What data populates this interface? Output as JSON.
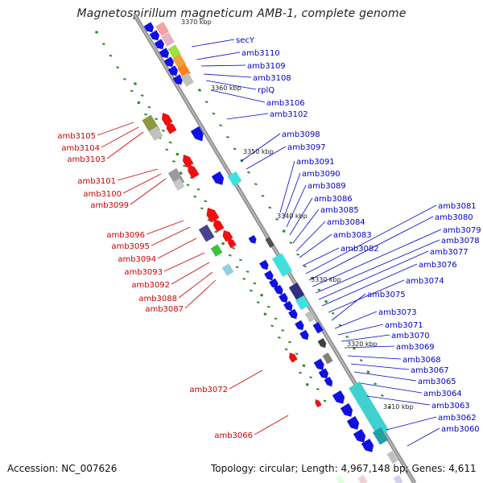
{
  "title": "Magnetospirillum magneticum AMB-1, complete genome",
  "footer": {
    "accession": "Accession: NC_007626",
    "topology": "Topology: circular; Length: 4,967,148 bp; Genes: 4,611"
  },
  "colors": {
    "backbone": "#8a8a8a",
    "forward_gene": "#1010e0",
    "reverse_gene": "#ee1010",
    "forward_label": "#0000cc",
    "reverse_label": "#cc0000",
    "tick": "#2a8a2a"
  },
  "kbp_marks": [
    "3370 kbp",
    "3360 kbp",
    "3350 kbp",
    "3340 kbp",
    "3330 kbp",
    "3320 kbp",
    "3310 kbp"
  ],
  "forward_labels": [
    "secY",
    "amb3110",
    "amb3109",
    "amb3108",
    "rplQ",
    "amb3106",
    "amb3102",
    "amb3098",
    "amb3097",
    "amb3091",
    "amb3090",
    "amb3089",
    "amb3086",
    "amb3085",
    "amb3084",
    "amb3083",
    "amb3082",
    "amb3081",
    "amb3080",
    "amb3079",
    "amb3078",
    "amb3077",
    "amb3076",
    "amb3074",
    "amb3075",
    "amb3073",
    "amb3071",
    "amb3070",
    "amb3069",
    "amb3068",
    "amb3067",
    "amb3065",
    "amb3064",
    "amb3063",
    "amb3062",
    "amb3060"
  ],
  "reverse_labels": [
    "amb3105",
    "amb3104",
    "amb3103",
    "amb3101",
    "amb3100",
    "amb3099",
    "amb3096",
    "amb3095",
    "amb3094",
    "amb3093",
    "amb3092",
    "amb3088",
    "amb3087",
    "amb3072",
    "amb3066"
  ]
}
